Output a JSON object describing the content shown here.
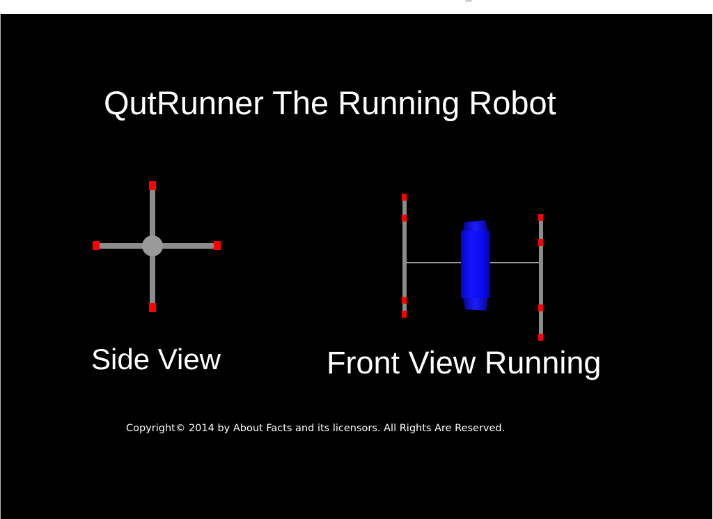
{
  "title": "QutRunner The Running Robot",
  "side_view": {
    "label": "Side View"
  },
  "front_view": {
    "label": "Front View Running"
  },
  "copyright": "Copyright© 2014 by About Facts and its licensors. All Rights Are Reserved.",
  "colors": {
    "background": "#000000",
    "leg": "#8c8c8c",
    "hub": "#9a9a9a",
    "foot": "#ff0000",
    "body": "#0a0aff"
  }
}
